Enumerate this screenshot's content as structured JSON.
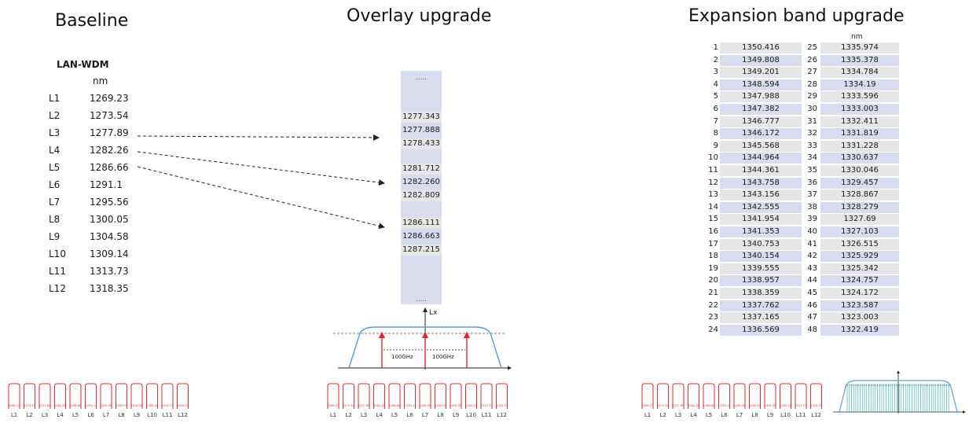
{
  "sections": {
    "baseline_title": "Baseline",
    "overlay_title": "Overlay upgrade",
    "expansion_title": "Expansion band upgrade"
  },
  "lan_wdm": {
    "title": "LAN-WDM",
    "unit": "nm",
    "rows": [
      {
        "label": "L1",
        "value": "1269.23"
      },
      {
        "label": "L2",
        "value": "1273.54"
      },
      {
        "label": "L3",
        "value": "1277.89"
      },
      {
        "label": "L4",
        "value": "1282.26"
      },
      {
        "label": "L5",
        "value": "1286.66"
      },
      {
        "label": "L6",
        "value": "1291.1"
      },
      {
        "label": "L7",
        "value": "1295.56"
      },
      {
        "label": "L8",
        "value": "1300.05"
      },
      {
        "label": "L9",
        "value": "1304.58"
      },
      {
        "label": "L10",
        "value": "1309.14"
      },
      {
        "label": "L11",
        "value": "1313.73"
      },
      {
        "label": "L12",
        "value": "1318.35"
      }
    ]
  },
  "overlay": {
    "dots": ".....",
    "groups": [
      [
        "1277.343",
        "1277.888",
        "1278.433"
      ],
      [
        "1281.712",
        "1282.260",
        "1282.809"
      ],
      [
        "1286.111",
        "1286.663",
        "1287.215"
      ]
    ],
    "filter": {
      "axis_label": "Lx",
      "spacing_left": "100GHz",
      "spacing_right": "100GHz"
    }
  },
  "expansion": {
    "unit": "nm",
    "left": [
      {
        "idx": "1",
        "value": "1350.416"
      },
      {
        "idx": "2",
        "value": "1349.808"
      },
      {
        "idx": "3",
        "value": "1349.201"
      },
      {
        "idx": "4",
        "value": "1348.594"
      },
      {
        "idx": "5",
        "value": "1347.988"
      },
      {
        "idx": "6",
        "value": "1347.382"
      },
      {
        "idx": "7",
        "value": "1346.777"
      },
      {
        "idx": "8",
        "value": "1346.172"
      },
      {
        "idx": "9",
        "value": "1345.568"
      },
      {
        "idx": "10",
        "value": "1344.964"
      },
      {
        "idx": "11",
        "value": "1344.361"
      },
      {
        "idx": "12",
        "value": "1343.758"
      },
      {
        "idx": "13",
        "value": "1343.156"
      },
      {
        "idx": "14",
        "value": "1342.555"
      },
      {
        "idx": "15",
        "value": "1341.954"
      },
      {
        "idx": "16",
        "value": "1341.353"
      },
      {
        "idx": "17",
        "value": "1340.753"
      },
      {
        "idx": "18",
        "value": "1340.154"
      },
      {
        "idx": "19",
        "value": "1339.555"
      },
      {
        "idx": "20",
        "value": "1338.957"
      },
      {
        "idx": "21",
        "value": "1338.359"
      },
      {
        "idx": "22",
        "value": "1337.762"
      },
      {
        "idx": "23",
        "value": "1337.165"
      },
      {
        "idx": "24",
        "value": "1336.569"
      }
    ],
    "right": [
      {
        "idx": "25",
        "value": "1335.974"
      },
      {
        "idx": "26",
        "value": "1335.378"
      },
      {
        "idx": "27",
        "value": "1334.784"
      },
      {
        "idx": "28",
        "value": "1334.19"
      },
      {
        "idx": "29",
        "value": "1333.596"
      },
      {
        "idx": "30",
        "value": "1333.003"
      },
      {
        "idx": "31",
        "value": "1332.411"
      },
      {
        "idx": "32",
        "value": "1331.819"
      },
      {
        "idx": "33",
        "value": "1331.228"
      },
      {
        "idx": "34",
        "value": "1330.637"
      },
      {
        "idx": "35",
        "value": "1330.046"
      },
      {
        "idx": "36",
        "value": "1329.457"
      },
      {
        "idx": "37",
        "value": "1328.867"
      },
      {
        "idx": "38",
        "value": "1328.279"
      },
      {
        "idx": "39",
        "value": "1327.69"
      },
      {
        "idx": "40",
        "value": "1327.103"
      },
      {
        "idx": "41",
        "value": "1326.515"
      },
      {
        "idx": "42",
        "value": "1325.929"
      },
      {
        "idx": "43",
        "value": "1325.342"
      },
      {
        "idx": "44",
        "value": "1324.757"
      },
      {
        "idx": "45",
        "value": "1324.172"
      },
      {
        "idx": "46",
        "value": "1323.587"
      },
      {
        "idx": "47",
        "value": "1323.003"
      },
      {
        "idx": "48",
        "value": "1322.419"
      }
    ]
  },
  "channel_spectrum": {
    "labels": [
      "L1",
      "L2",
      "L3",
      "L4",
      "L5",
      "L6",
      "L7",
      "L8",
      "L9",
      "L10",
      "L11",
      "L12"
    ],
    "wavelengths": [
      "1269.23",
      "1273.54",
      "1277.89",
      "1282.26",
      "1286.66",
      "1291.1",
      "1295.56",
      "1300.05",
      "1304.58",
      "1309.14",
      "1313.73",
      "1318.35"
    ]
  },
  "colors": {
    "row_stripe_light": "#e6e6e6",
    "row_stripe_blue": "#d8dcee",
    "channel_red": "#e0282e",
    "filter_blue": "#5b9bd5",
    "comb_teal": "#4bb3b3"
  }
}
